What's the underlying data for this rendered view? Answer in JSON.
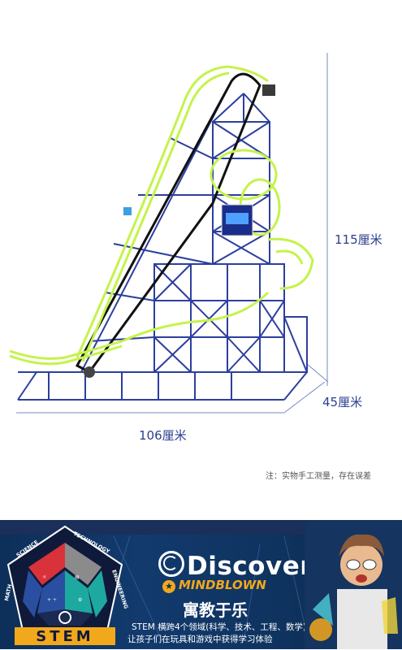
{
  "dimensions": {
    "height": "115厘米",
    "depth": "45厘米",
    "width": "106厘米"
  },
  "note": "注：实物手工测量，存在误差",
  "banner": {
    "stem_badge": {
      "center_word": "STEM",
      "ring_labels": [
        "MATH",
        "SCIENCE",
        "TECHNOLOGY",
        "ENGINEERING"
      ]
    },
    "brand": "Discovery",
    "sub_brand": "MINDBLOWN",
    "tagline": "寓教于乐",
    "stem_description_line1": "STEM 横跨4个领域(科学、技术、工程、数学)",
    "stem_description_line2": "让孩子们在玩具和游戏中获得学习体验",
    "badge_logo_text": "Discovery"
  },
  "colors": {
    "frame_blue": "#2c3f9e",
    "track_green": "#c5f34a",
    "dimension_text": "#2b3f8f",
    "banner_bg": "#0d2f5a",
    "stem_red": "#d9323b",
    "stem_grey": "#8b8b8b",
    "stem_teal": "#1ea9a0",
    "stem_blue": "#2a4fa0",
    "mindblown_orange": "#f2a81b"
  }
}
